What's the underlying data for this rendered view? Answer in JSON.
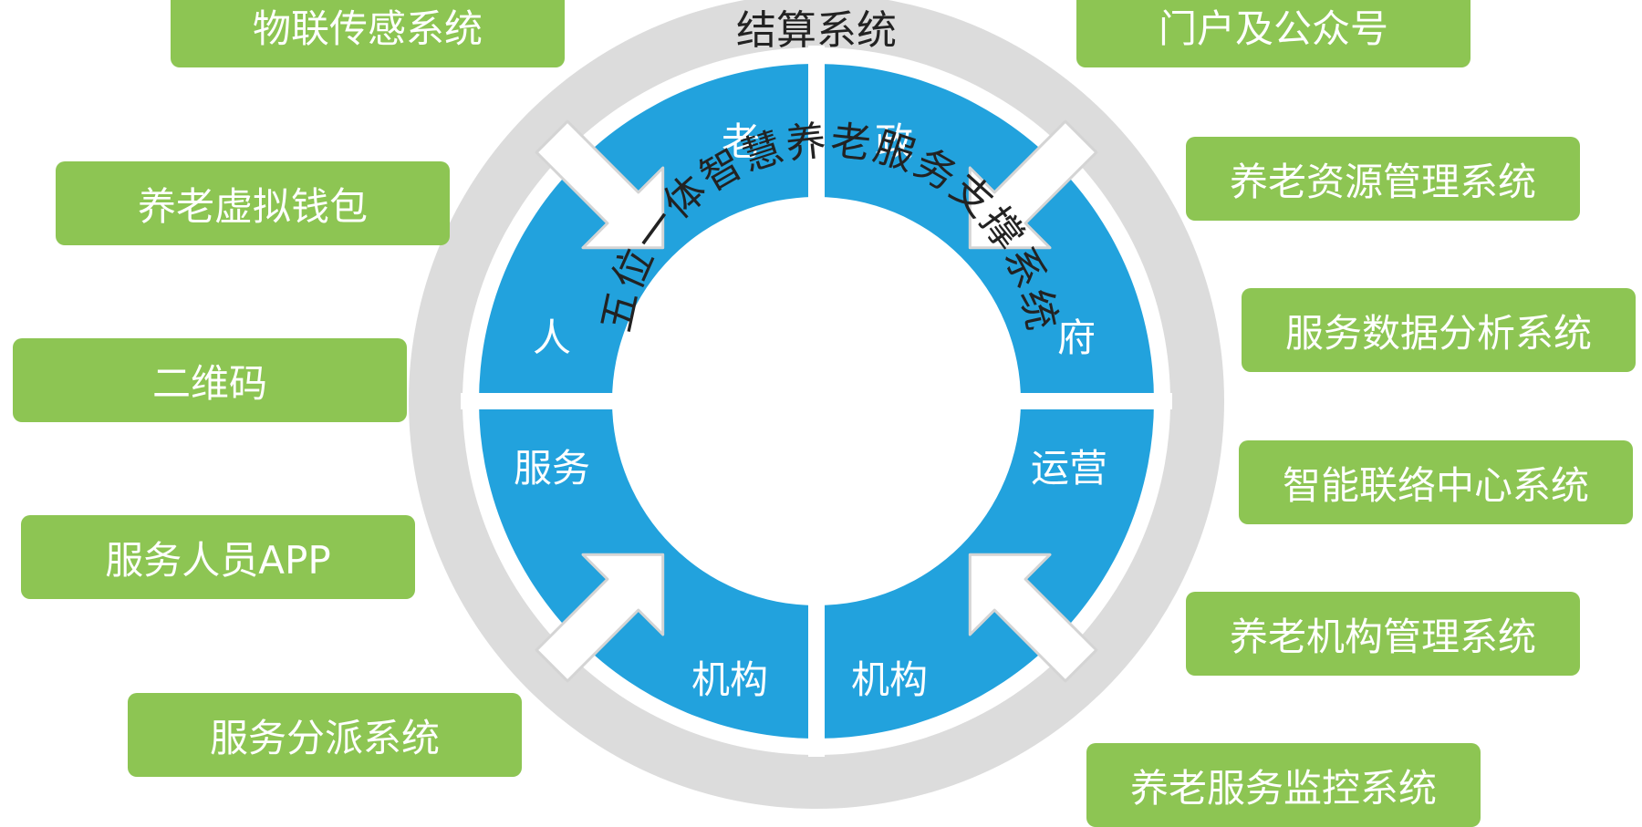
{
  "diagram": {
    "center_title": "五位一体智慧养老服务支撑系统",
    "outer_ring_label": "结算系统",
    "segments": {
      "top_left": "老",
      "top_right": "政",
      "upper_right": "府",
      "lower_right": "运营",
      "bottom_right": "机构",
      "bottom_left": "机构",
      "lower_left": "服务",
      "upper_left": "人"
    },
    "left_systems": [
      "物联传感系统",
      "养老虚拟钱包",
      "二维码",
      "服务人员APP",
      "服务分派系统"
    ],
    "right_systems": [
      "门户及公众号",
      "养老资源管理系统",
      "服务数据分析系统",
      "智能联络中心系统",
      "养老机构管理系统",
      "养老服务监控系统"
    ]
  },
  "colors": {
    "segment_blue": "#22a2dd",
    "ring_gray": "#dcdcdc",
    "box_green": "#8dc553",
    "text_dark": "#222222"
  }
}
